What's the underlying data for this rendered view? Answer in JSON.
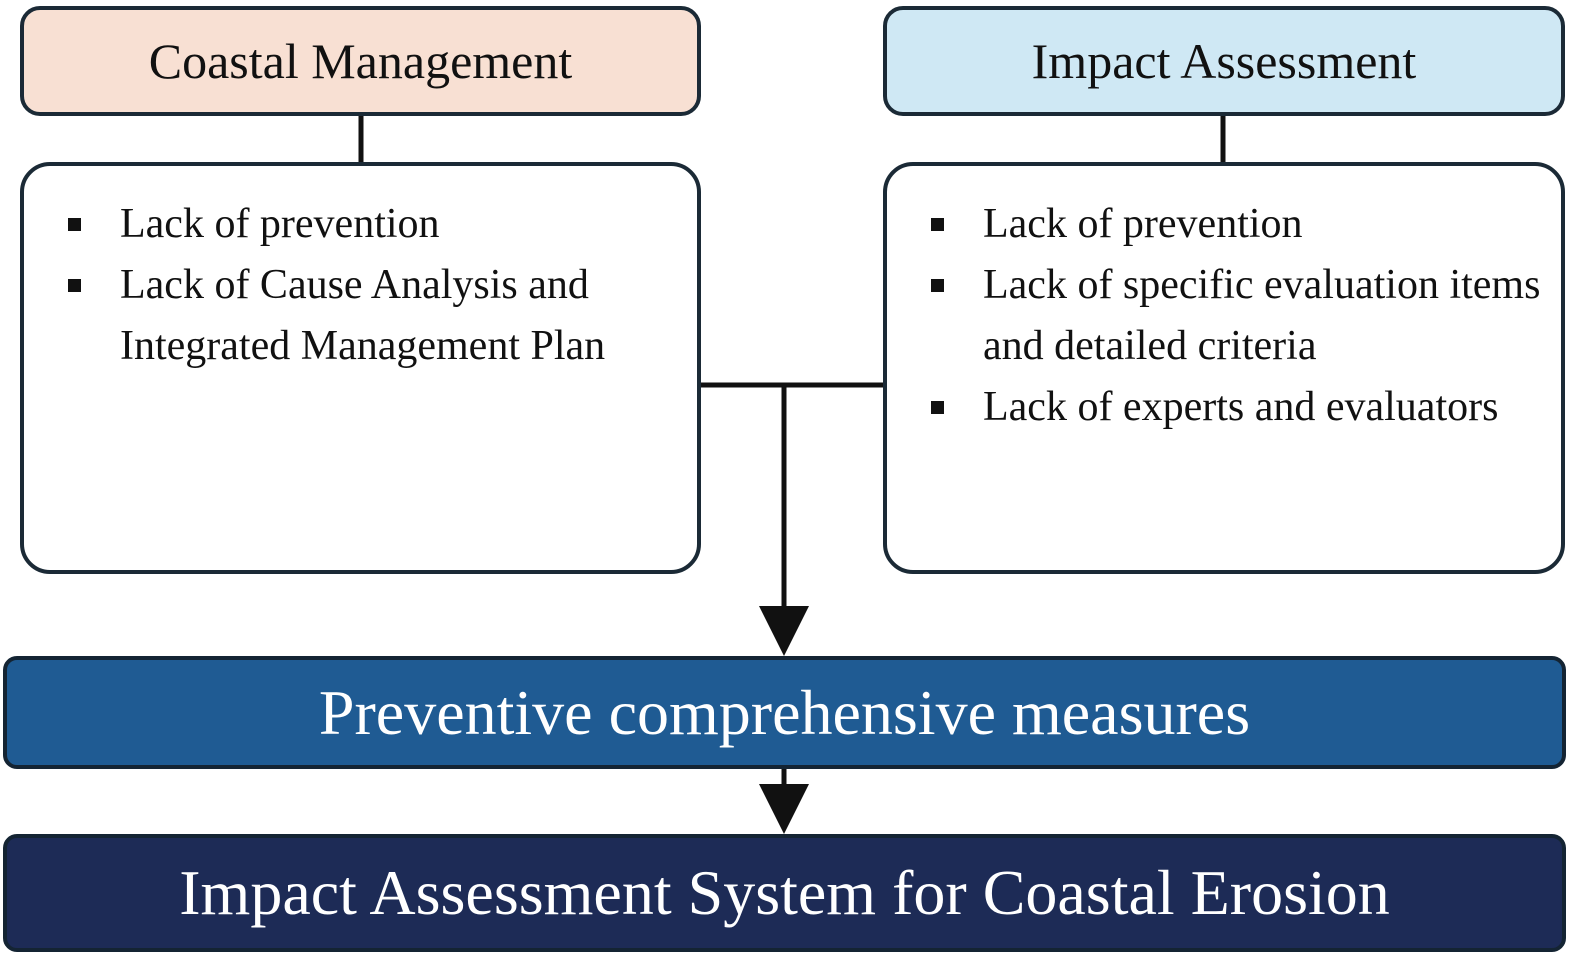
{
  "coastal_management": {
    "title": "Coastal Management",
    "items": [
      "Lack of prevention",
      "Lack of Cause Analysis and Integrated Management Plan"
    ]
  },
  "impact_assessment": {
    "title": "Impact Assessment",
    "items": [
      "Lack of prevention",
      "Lack of specific evaluation items and detailed criteria",
      "Lack of experts and evaluators"
    ]
  },
  "measures": {
    "label": "Preventive comprehensive measures"
  },
  "system": {
    "label": "Impact Assessment System for Coastal Erosion"
  },
  "colors": {
    "coastal_header_fill": "#f8e0d3",
    "impact_header_fill": "#cfe8f4",
    "measures_fill": "#1f5b93",
    "system_fill": "#1d2b56",
    "line": "#111111"
  }
}
